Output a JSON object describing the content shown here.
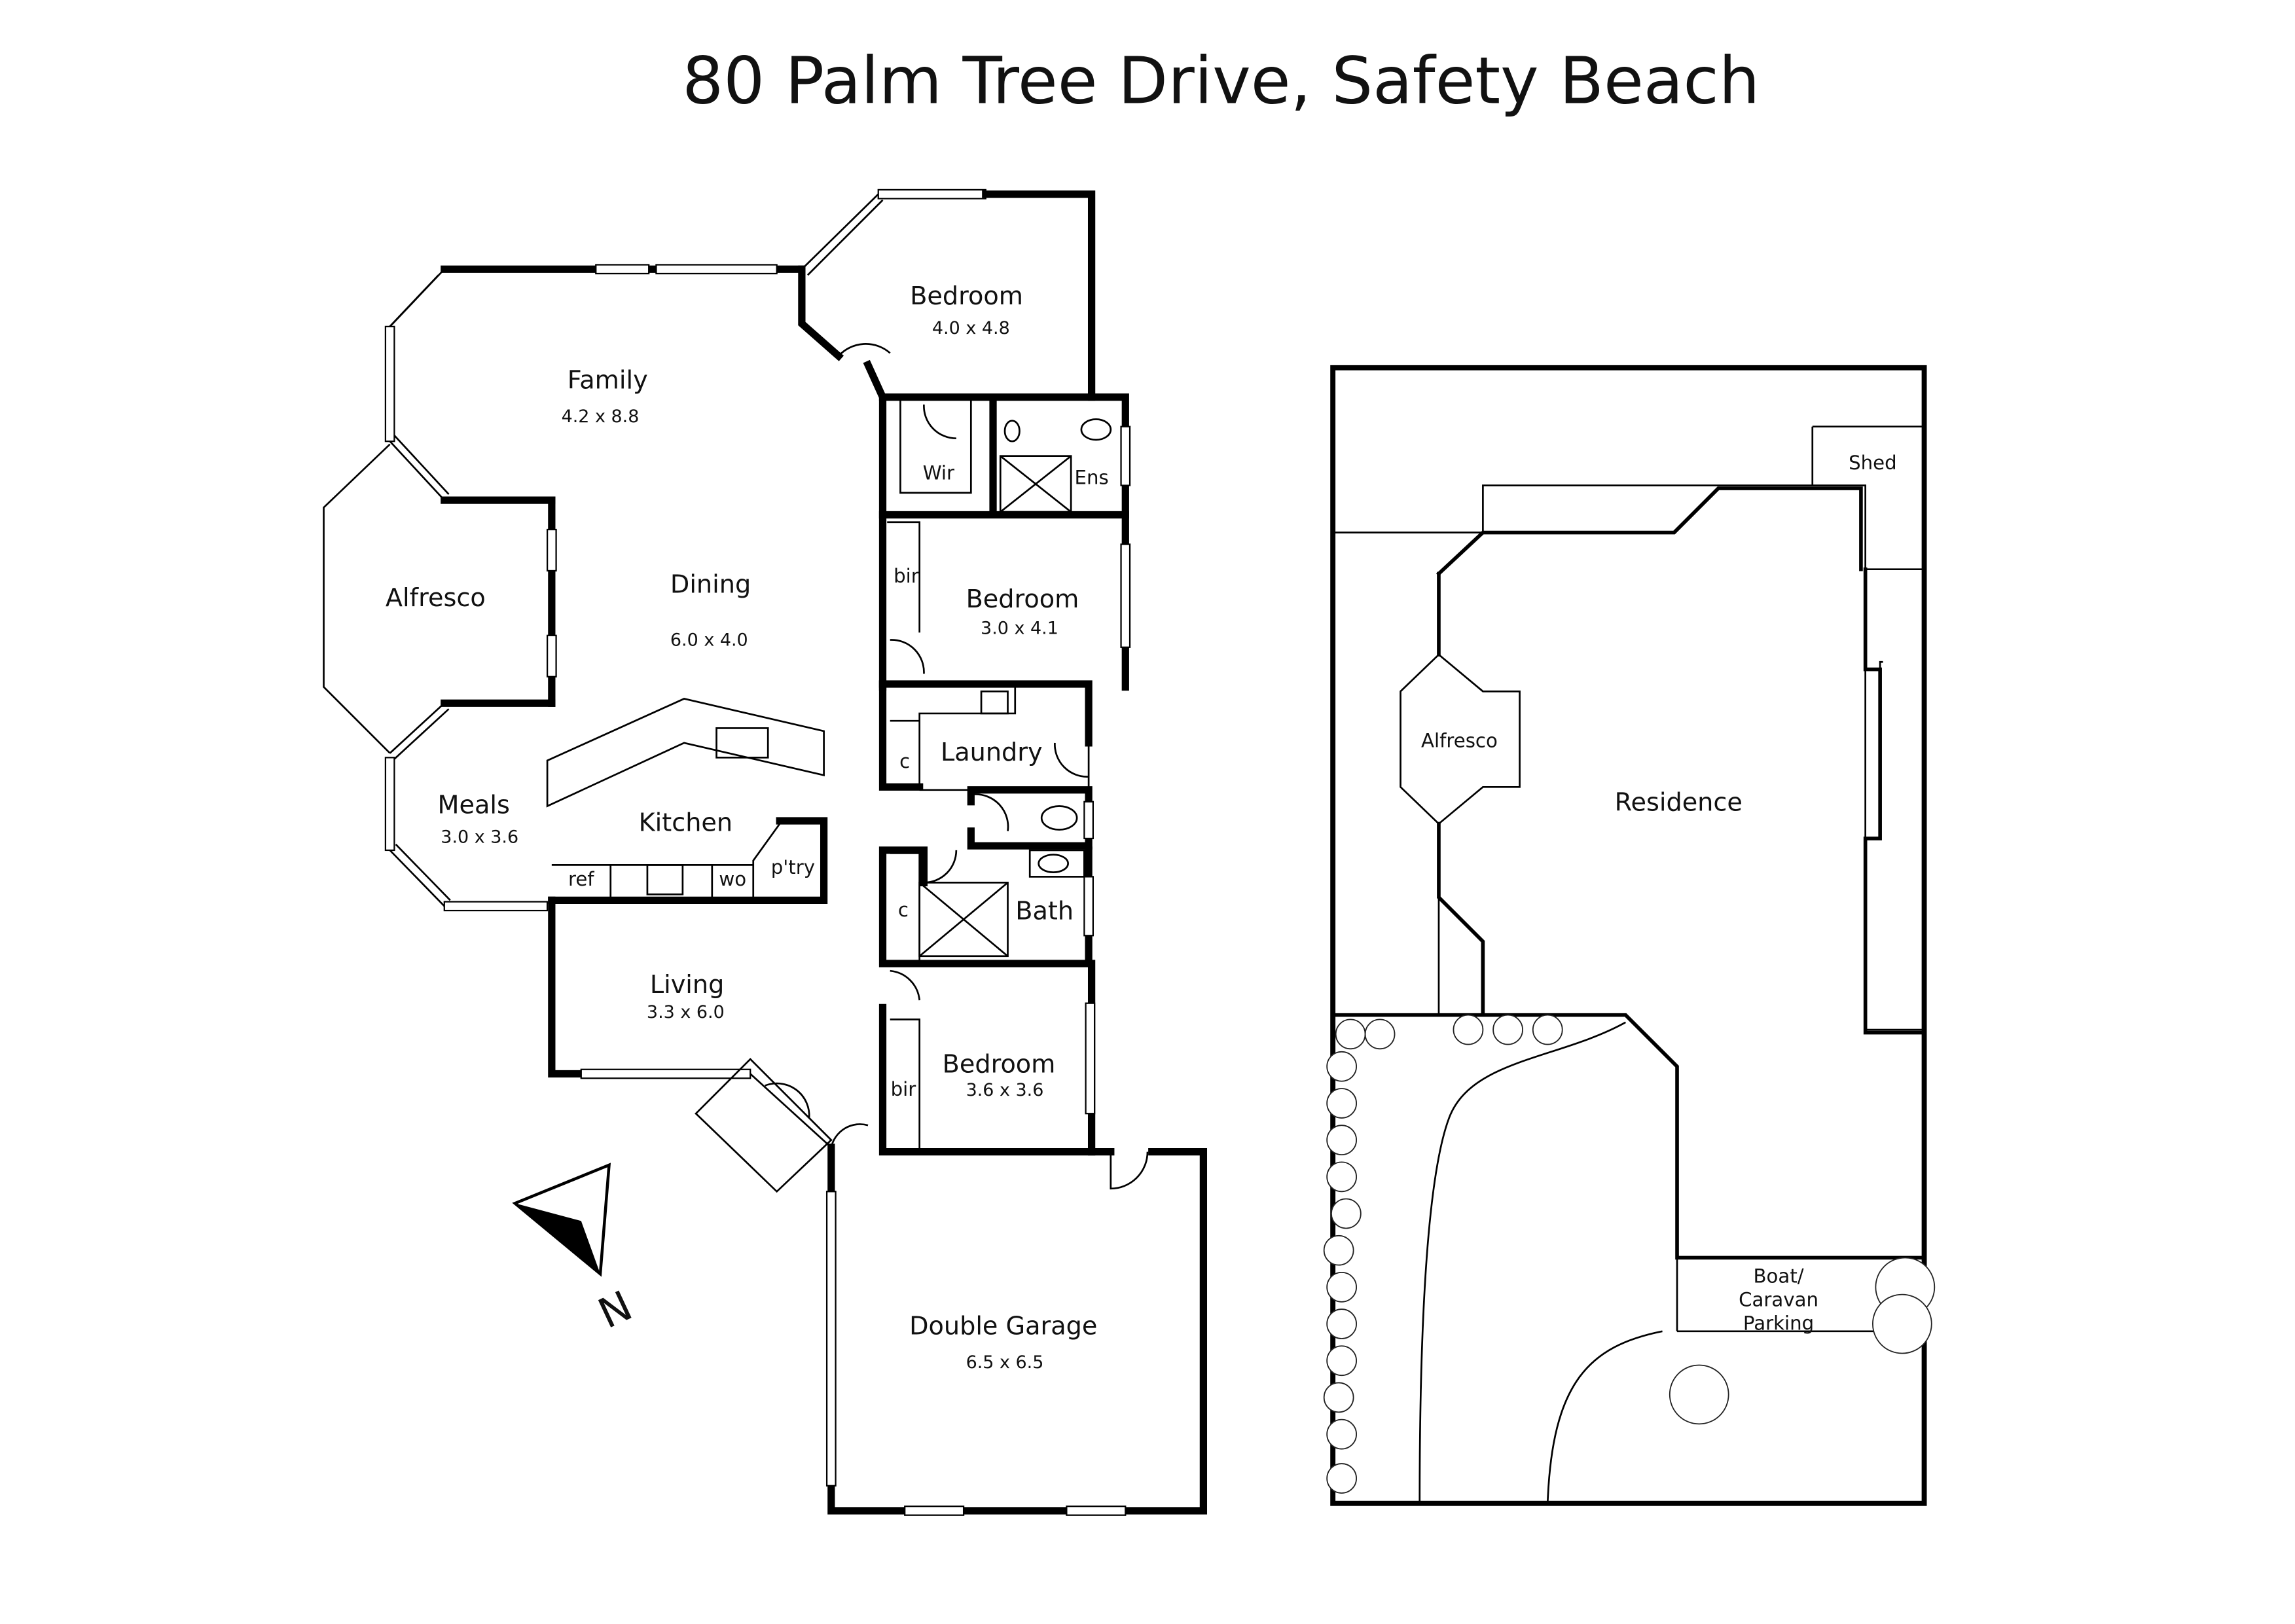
{
  "title": "80 Palm Tree Drive, Safety Beach",
  "floor_plan": {
    "rooms": {
      "bedroom_main": {
        "name": "Bedroom",
        "size": "4.0 x 4.8"
      },
      "family": {
        "name": "Family",
        "size": "4.2 x 8.8"
      },
      "wir": {
        "name": "Wir"
      },
      "ens": {
        "name": "Ens"
      },
      "alfresco": {
        "name": "Alfresco"
      },
      "dining": {
        "name": "Dining",
        "size": "6.0 x 4.0"
      },
      "bedroom_2": {
        "name": "Bedroom",
        "size": "3.0 x 4.1"
      },
      "bir_2": {
        "name": "bir"
      },
      "laundry": {
        "name": "Laundry"
      },
      "laundry_c": {
        "name": "c"
      },
      "meals": {
        "name": "Meals",
        "size": "3.0 x 3.6"
      },
      "kitchen": {
        "name": "Kitchen"
      },
      "ref": {
        "name": "ref"
      },
      "wo": {
        "name": "wo"
      },
      "pantry": {
        "name": "p'try"
      },
      "bath": {
        "name": "Bath"
      },
      "bath_c": {
        "name": "c"
      },
      "living": {
        "name": "Living",
        "size": "3.3 x 6.0"
      },
      "bedroom_3": {
        "name": "Bedroom",
        "size": "3.6 x 3.6"
      },
      "bir_3": {
        "name": "bir"
      },
      "garage": {
        "name": "Double Garage",
        "size": "6.5 x 6.5"
      }
    },
    "compass": {
      "label": "N"
    }
  },
  "site_plan": {
    "shed": "Shed",
    "alfresco": "Alfresco",
    "residence": "Residence",
    "parking": [
      "Boat/",
      "Caravan",
      "Parking"
    ]
  }
}
